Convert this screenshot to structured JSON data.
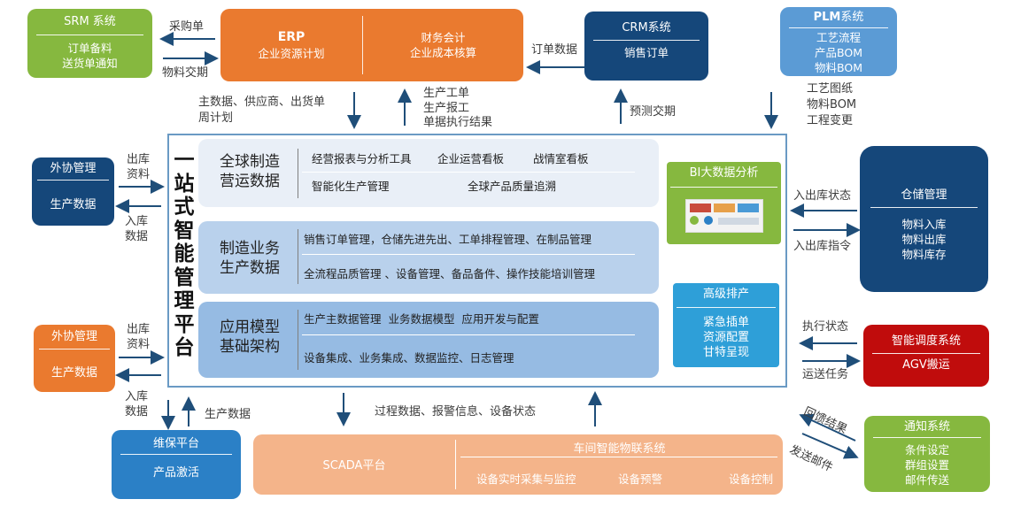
{
  "srm": {
    "title": "SRM 系统",
    "items": [
      "订单备料",
      "送货单通知"
    ]
  },
  "erp": {
    "left_title": "ERP",
    "left_sub": "企业资源计划",
    "right_line1": "财务会计",
    "right_line2": "企业成本核算"
  },
  "crm": {
    "title": "CRM系统",
    "item": "销售订单"
  },
  "plm": {
    "title_bold": "PLM",
    "title_rest": "系统",
    "items": [
      "工艺流程",
      "产品BOM",
      "物料BOM"
    ]
  },
  "outsource_top": {
    "title": "外协管理",
    "item": "生产数据"
  },
  "outsource_bottom": {
    "title": "外协管理",
    "item": "生产数据"
  },
  "maintenance": {
    "title": "维保平台",
    "item": "产品激活"
  },
  "warehouse": {
    "title": "仓储管理",
    "items": [
      "物料入库",
      "物料出库",
      "物料库存"
    ]
  },
  "agv": {
    "title": "智能调度系统",
    "item": "AGV搬运"
  },
  "notify": {
    "title": "通知系统",
    "items": [
      "条件设定",
      "群组设置",
      "邮件传送"
    ]
  },
  "bi": {
    "title": "BI大数据分析"
  },
  "scheduling": {
    "title": "高级排产",
    "items": [
      "紧急插单",
      "资源配置",
      "甘特呈现"
    ]
  },
  "platform": {
    "title_chars": [
      "一",
      "站",
      "式",
      "智",
      "能",
      "管",
      "理",
      "平",
      "台"
    ]
  },
  "bands": [
    {
      "title": [
        "全球制造",
        "营运数据"
      ],
      "row1": [
        "经营报表与分析工具",
        "企业运营看板",
        "战情室看板"
      ],
      "row2": [
        "智能化生产管理",
        "全球产品质量追溯"
      ]
    },
    {
      "title": [
        "制造业务",
        "生产数据"
      ],
      "row1": [
        "销售订单管理，仓储先进先出、工单排程管理、在制品管理"
      ],
      "row2": [
        "全流程品质管理 、设备管理、备品备件、操作技能培训管理"
      ]
    },
    {
      "title": [
        "应用模型",
        "基础架构"
      ],
      "row1": [
        "生产主数据管理  业务数据模型  应用开发与配置"
      ],
      "row2": [
        "设备集成、业务集成、数据监控、日志管理"
      ]
    }
  ],
  "bottom": {
    "scada": "SCADA平台",
    "iot_title": "车间智能物联系统",
    "iot_items": [
      "设备实时采集与监控",
      "设备预警",
      "设备控制"
    ]
  },
  "flows": {
    "srm_erp_top": "采购单",
    "srm_erp_bottom": "物料交期",
    "crm_erp": "订单数据",
    "erp_down": [
      "主数据、供应商、出货单",
      "周计划"
    ],
    "erp_up": [
      "生产工单",
      "生产报工",
      "单据执行结果"
    ],
    "crm_down": "预测交期",
    "plm_down": [
      "工艺图纸",
      "物料BOM",
      "工程变更"
    ],
    "out1_top": [
      "出库",
      "资料"
    ],
    "out1_bottom": [
      "入库",
      "数据"
    ],
    "out2_top": [
      "出库",
      "资料"
    ],
    "out2_bottom": [
      "入库",
      "数据"
    ],
    "maint": "生产数据",
    "wh_top": "入出库状态",
    "wh_bottom": "入出库指令",
    "agv_top": "执行状态",
    "agv_bottom": "运送任务",
    "bottom_flow": "过程数据、报警信息、设备状态",
    "notify_top": "回馈结果",
    "notify_bottom": "发送邮件"
  }
}
